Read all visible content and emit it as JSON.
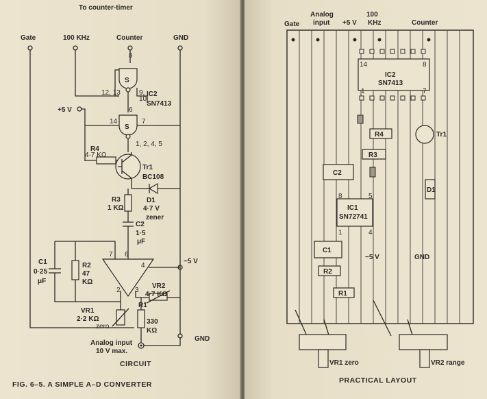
{
  "circuit": {
    "top_note": "To counter-timer",
    "labels": {
      "gate": "Gate",
      "khz": "100 KHz",
      "counter": "Counter",
      "gnd_top": "GND",
      "plus5": "+5 V",
      "minus5": "−5 V",
      "gnd_bottom": "GND",
      "analog_in_1": "Analog input",
      "analog_in_2": "10 V max.",
      "circuit_title": "CIRCUIT"
    },
    "ic2": {
      "name": "IC2",
      "part": "SN7413",
      "gate_symbol": "S",
      "pins_top": "8",
      "pins_left": "12, 13",
      "pins_right_a": "9,",
      "pins_right_b": "10",
      "pin_6": "6",
      "pin_14": "14",
      "pin_7": "7",
      "pins_bottom": "1, 2, 4, 5"
    },
    "r4": {
      "name": "R4",
      "value": "4·7 KΩ"
    },
    "tr1": {
      "name": "Tr1",
      "part": "BC108"
    },
    "d1": {
      "name": "D1",
      "value": "4·7 V",
      "kind": "zener"
    },
    "r3": {
      "name": "R3",
      "value": "1 KΩ"
    },
    "c2": {
      "name": "C2",
      "value_1": "1·5",
      "value_2": "μF"
    },
    "c1": {
      "name": "C1",
      "value_1": "0·25",
      "value_2": "μF"
    },
    "r2": {
      "name": "R2",
      "value_1": "47",
      "value_2": "KΩ"
    },
    "vr1": {
      "name": "VR1",
      "value": "2·2 KΩ",
      "note": "zero"
    },
    "vr2": {
      "name": "VR2",
      "value": "4·7 KΩ"
    },
    "r1": {
      "name": "R1",
      "value_1": "330",
      "value_2": "KΩ"
    },
    "opamp_pins": {
      "p2": "2",
      "p3": "3",
      "p4": "4",
      "p6": "6",
      "p7": "7"
    }
  },
  "figure_caption": "FIG. 6–5.  A SIMPLE A–D CONVERTER",
  "layout": {
    "header": {
      "gate": "Gate",
      "analog_1": "Analog",
      "analog_2": "input",
      "plus5": "+5 V",
      "khz_1": "100",
      "khz_2": "KHz",
      "counter": "Counter"
    },
    "ic2": {
      "name": "IC2",
      "part": "SN7413",
      "pin14": "14",
      "pin8": "8",
      "pin1": "1",
      "pin7": "7"
    },
    "ic1": {
      "name": "IC1",
      "part": "SN72741",
      "pin8": "8",
      "pin5": "5",
      "pin1": "1",
      "pin4": "4"
    },
    "components": {
      "r4": "R4",
      "r3": "R3",
      "c2": "C2",
      "c1": "C1",
      "r2": "R2",
      "r1": "R1",
      "tr1": "Tr1",
      "d1": "D1"
    },
    "minus5": "−5 V",
    "gnd": "GND",
    "vr1": "VR1 zero",
    "vr2": "VR2 range",
    "title": "PRACTICAL LAYOUT"
  }
}
